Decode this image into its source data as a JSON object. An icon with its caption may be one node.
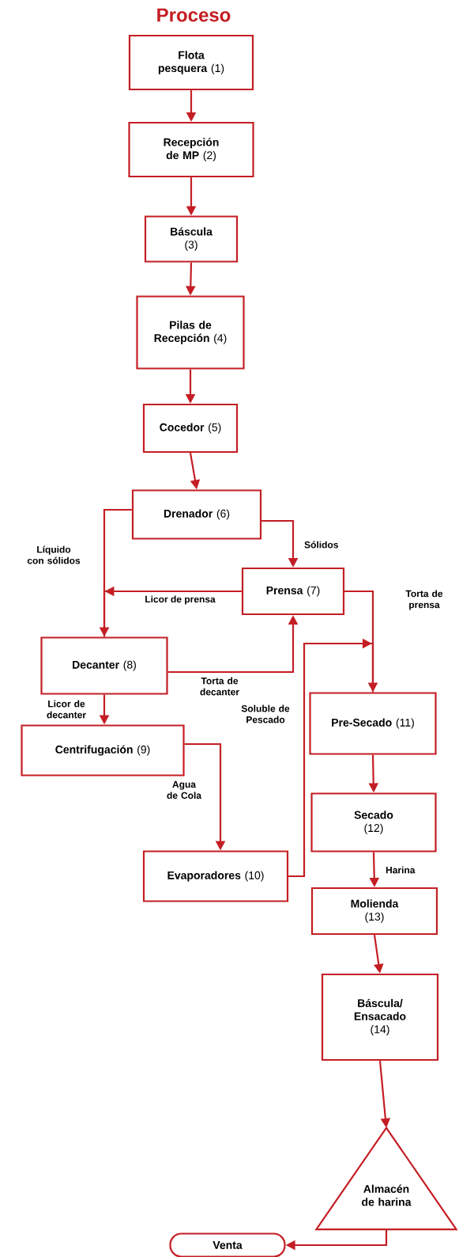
{
  "diagram": {
    "title": "Proceso",
    "nodes": [
      {
        "text": [
          "**Flota pesquera** (1)"
        ]
      },
      {
        "text": [
          "**Recepción de MP** (2)"
        ]
      },
      {
        "text": [
          "**Báscula** (3)"
        ]
      },
      {
        "text": [
          "**Pilas de Recepción** (4)"
        ]
      },
      {
        "text": [
          "**Cocedor** (5)"
        ]
      },
      {
        "text": [
          "**Drenador** (6)"
        ]
      },
      {
        "text": [
          "**Prensa** (7)"
        ]
      },
      {
        "text": [
          "**Decanter** (8)"
        ]
      },
      {
        "text": [
          "**Centrifugación** (9)"
        ]
      },
      {
        "text": [
          "**Evaporadores** (10)"
        ]
      },
      {
        "text": [
          "**Pre-Secado** (11)"
        ]
      },
      {
        "text": [
          "**Secado** (12)"
        ]
      },
      {
        "text": [
          "**Molienda** (13)"
        ]
      },
      {
        "text": [
          "**Báscula/ Ensacado** (14)"
        ]
      },
      {
        "text": [
          "Almacén de harina"
        ]
      },
      {
        "text": [
          "Venta"
        ]
      }
    ],
    "edges": [
      {
        "from": 0,
        "to": 1,
        "arrow": "to"
      },
      {
        "from": 1,
        "to": 2,
        "arrow": "to"
      },
      {
        "from": 2,
        "to": 3,
        "arrow": "to"
      },
      {
        "from": 3,
        "to": 4,
        "arrow": "to"
      },
      {
        "from": 4,
        "to": 5,
        "arrow": "to"
      },
      {
        "from": 5,
        "to": 6,
        "arrow": "to",
        "label": "Sólidos"
      },
      {
        "from": 5,
        "to": 7,
        "arrow": "to",
        "label": "Líquido con sólidos"
      },
      {
        "from": 6,
        "to": 7,
        "arrow": "to",
        "label": "Licor de prensa"
      },
      {
        "from": 6,
        "to": 10,
        "arrow": "to",
        "label": "Torta de prensa"
      },
      {
        "from": 7,
        "to": 6,
        "arrow": "to",
        "label": "Torta de decanter"
      },
      {
        "from": 7,
        "to": 8,
        "arrow": "to",
        "label": "Licor de decanter"
      },
      {
        "from": 8,
        "to": 9,
        "arrow": "to",
        "label": "Agua de Cola"
      },
      {
        "from": 9,
        "to": 10,
        "arrow": "to",
        "label": "Soluble de Pescado"
      },
      {
        "from": 10,
        "to": 11,
        "arrow": "to"
      },
      {
        "from": 11,
        "to": 12,
        "arrow": "to",
        "label": "Harina"
      },
      {
        "from": 12,
        "to": 13,
        "arrow": "to"
      },
      {
        "from": 13,
        "to": 14,
        "arrow": "to"
      },
      {
        "from": 14,
        "to": 15,
        "arrow": "to"
      }
    ]
  }
}
